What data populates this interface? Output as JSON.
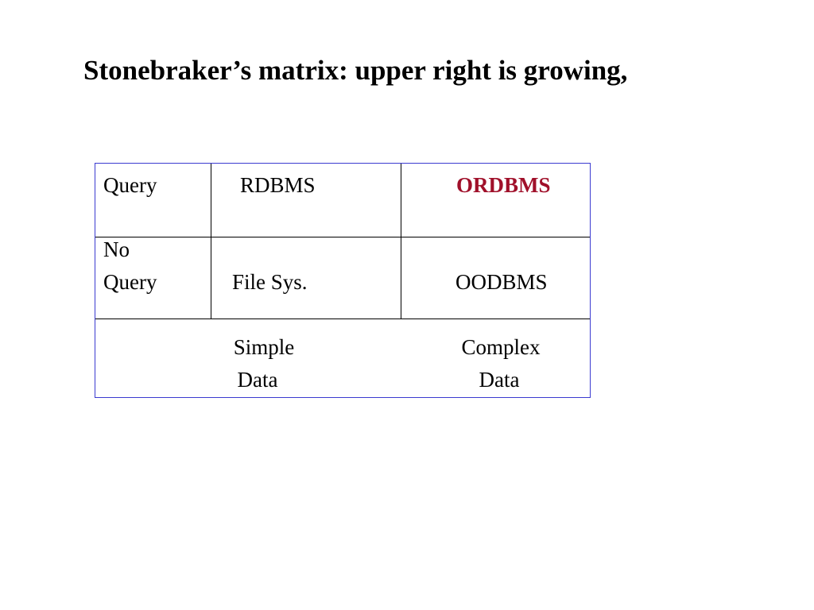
{
  "slide": {
    "title": "Stonebraker’s matrix: upper right is growing,"
  },
  "matrix": {
    "row_labels": {
      "query": "Query",
      "no_query_line1": "No",
      "no_query_line2": "Query"
    },
    "cells": {
      "query_simple": "RDBMS",
      "query_complex": "ORDBMS",
      "noquery_simple": "File Sys.",
      "noquery_complex": "OODBMS"
    },
    "column_labels": {
      "simple_line1": "Simple",
      "simple_line2": "Data",
      "complex_line1": "Complex",
      "complex_line2": "Data"
    },
    "colors": {
      "highlight": "#a0102a",
      "border": "#3b3bd0",
      "divider": "#000000"
    }
  }
}
